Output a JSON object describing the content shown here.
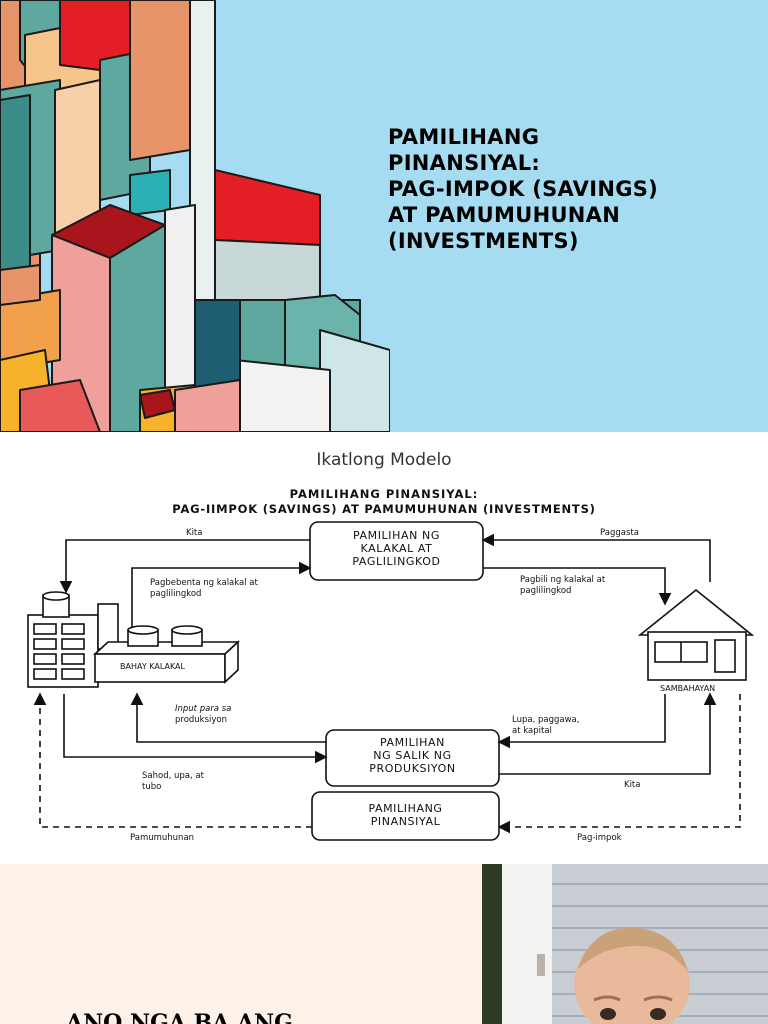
{
  "slide1": {
    "title_lines": [
      "PAMILIHANG",
      "PINANSIYAL:",
      "PAG-IMPOK (SAVINGS)",
      "AT PAMUMUHUNAN",
      "(INVESTMENTS)"
    ],
    "background_color": "#a6dcf1"
  },
  "slide2": {
    "caption": "Ikatlong Modelo",
    "header_line1": "PAMILIHANG PINANSIYAL:",
    "header_line2": "PAG-IIMPOK (SAVINGS) AT PAMUMUHUNAN (INVESTMENTS)",
    "box_goods": [
      "PAMILIHAN NG",
      "KALAKAL AT",
      "PAGLILINGKOD"
    ],
    "box_factors": [
      "PAMILIHAN",
      "NG SALIK NG",
      "PRODUKSIYON"
    ],
    "box_financial": [
      "PAMILIHANG",
      "PINANSIYAL"
    ],
    "firm_label": "BAHAY KALAKAL",
    "household_label": "SAMBAHAYAN",
    "labels": {
      "kita_top": "Kita",
      "paggasta": "Paggasta",
      "pagbebenta_1": "Pagbebenta ng kalakal at",
      "pagbebenta_2": "paglilingkod",
      "pagbili_1": "Pagbili ng kalakal at",
      "pagbili_2": "paglilingkod",
      "input_1": "Input para sa",
      "input_2": "produksiyon",
      "lupa_1": "Lupa, paggawa,",
      "lupa_2": "at kapital",
      "sahod_1": "Sahod, upa, at",
      "sahod_2": "tubo",
      "kita_bottom": "Kita",
      "pamumuhunan": "Pamumuhunan",
      "pag_impok": "Pag-impok"
    }
  },
  "slide3": {
    "question": "ANO NGA BA ANG",
    "background_color": "#fdf1e8"
  }
}
